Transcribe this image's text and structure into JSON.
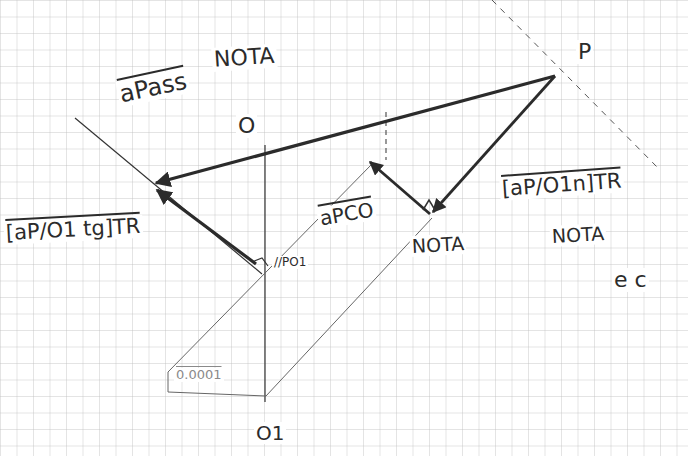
{
  "diagram": {
    "labels": [
      "NOTA",
      "aPass",
      "O",
      "P",
      "[aP/O1 tg]TR",
      "aPCO",
      "NOTA",
      "[aP/O1n]TR",
      "NOTA",
      "e c",
      "//PO1",
      "0.0001",
      "O1"
    ]
  }
}
